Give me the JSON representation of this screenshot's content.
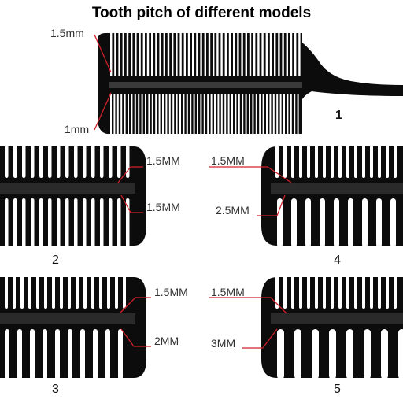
{
  "title": "Tooth pitch of different models",
  "models": [
    {
      "number": "1",
      "top_pitch": "1.5mm",
      "bottom_pitch": "1mm"
    },
    {
      "number": "2",
      "top_pitch": "1.5MM",
      "bottom_pitch": "1.5MM"
    },
    {
      "number": "3",
      "top_pitch": "1.5MM",
      "bottom_pitch": "2MM"
    },
    {
      "number": "4",
      "top_pitch": "1.5MM",
      "bottom_pitch": "2.5MM"
    },
    {
      "number": "5",
      "top_pitch": "1.5MM",
      "bottom_pitch": "3MM"
    }
  ],
  "colors": {
    "comb": "#0c0c0c",
    "leader_line": "#d0202a",
    "background": "#ffffff"
  }
}
